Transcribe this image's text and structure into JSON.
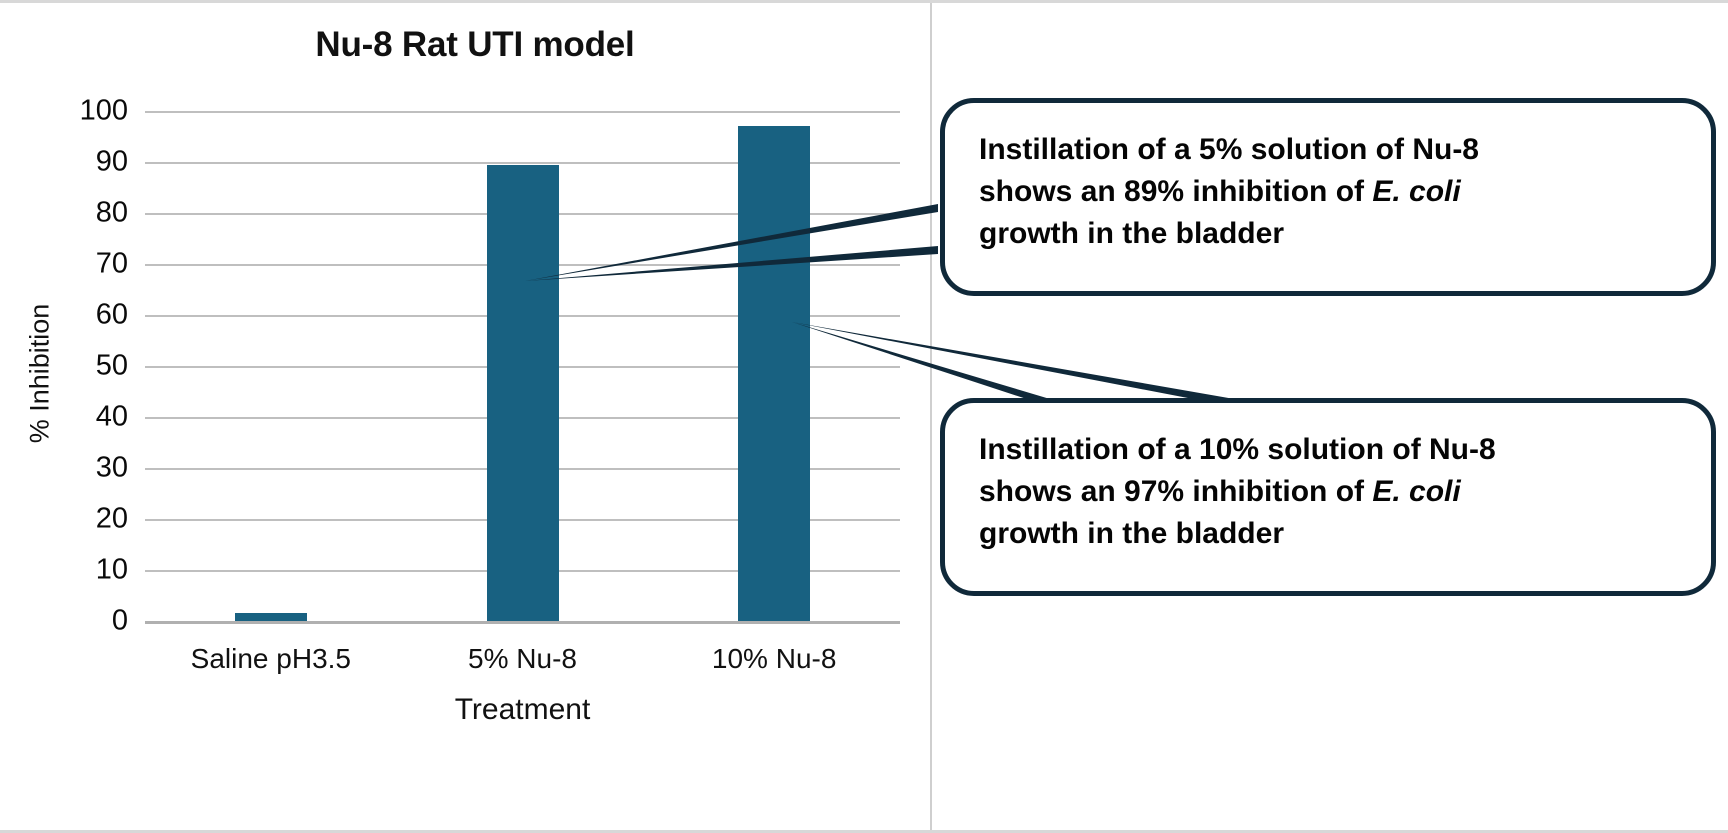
{
  "chart_data": {
    "type": "bar",
    "title": "Nu-8 Rat UTI model",
    "xlabel": "Treatment",
    "ylabel": "% Inhibition",
    "categories": [
      "Saline pH3.5",
      "5% Nu-8",
      "10% Nu-8"
    ],
    "values": [
      1.5,
      89.5,
      97
    ],
    "ylim": [
      0,
      100
    ],
    "yticks": [
      0,
      10,
      20,
      30,
      40,
      50,
      60,
      70,
      80,
      90,
      100
    ],
    "grid": true,
    "legend": "none",
    "bar_color": "#186181",
    "gridline_color": "#bfbfbf"
  },
  "callouts": [
    {
      "id": "callout-5-percent",
      "segments": [
        {
          "text": "Instillation of a 5% solution of Nu-8 shows an 89% inhibition of ",
          "style": "normal"
        },
        {
          "text": "E. coli",
          "style": "italic"
        },
        {
          "text": " growth in the bladder",
          "style": "normal"
        }
      ],
      "plain_text": "Instillation of a 5% solution of Nu-8 shows an 89% inhibition of E. coli growth in the bladder",
      "line1": "Instillation of a 5% solution of Nu-8",
      "line2_pre": "shows an 89% inhibition of ",
      "line2_sci": "E. coli",
      "line3": "growth in the bladder",
      "border_color": "#10293a"
    },
    {
      "id": "callout-10-percent",
      "segments": [
        {
          "text": "Instillation of a 10% solution of Nu-8 shows an 97% inhibition of ",
          "style": "normal"
        },
        {
          "text": "E. coli",
          "style": "italic"
        },
        {
          "text": " growth in the bladder",
          "style": "normal"
        }
      ],
      "plain_text": "Instillation of a 10% solution of Nu-8 shows an 97% inhibition of E. coli growth in the bladder",
      "line1": "Instillation of a 10% solution of Nu-8",
      "line2_pre": "shows an 97% inhibition of ",
      "line2_sci": "E. coli",
      "line3": "growth in the bladder",
      "border_color": "#10293a"
    }
  ]
}
